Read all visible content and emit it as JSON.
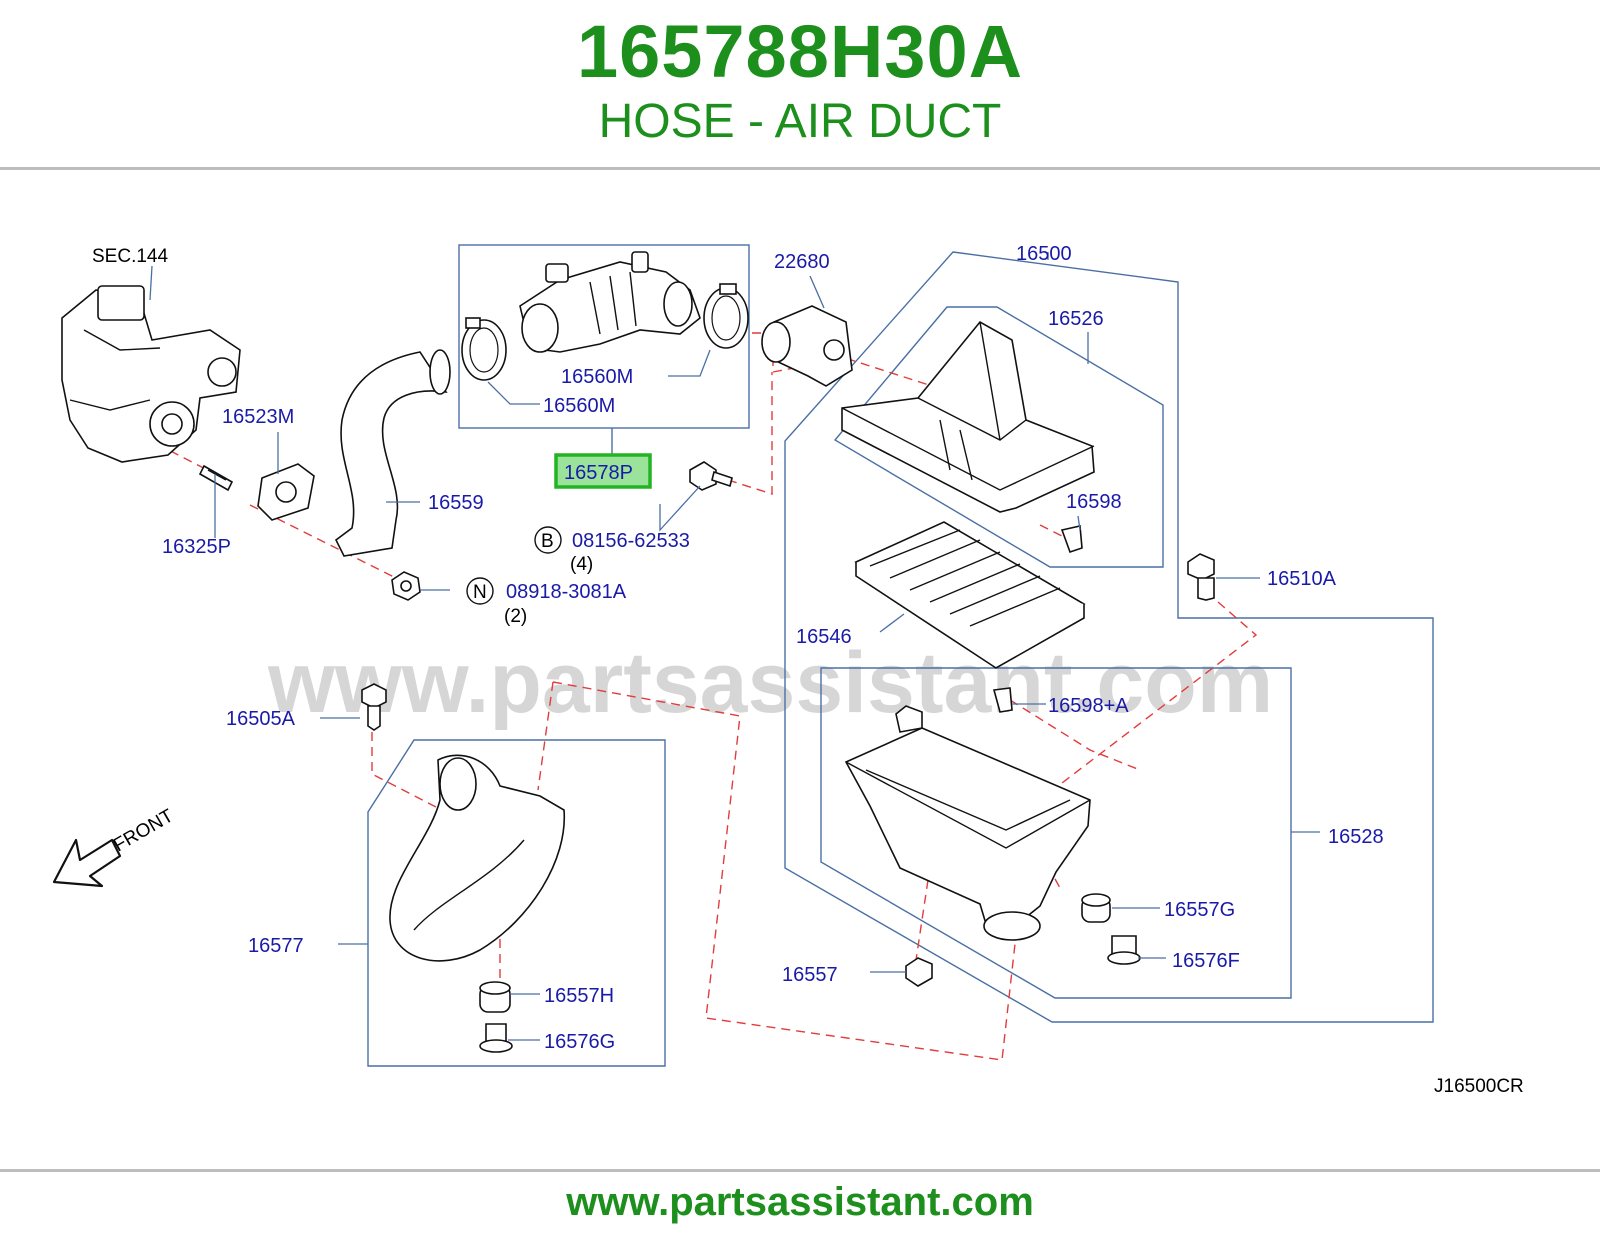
{
  "header": {
    "part_number": "165788H30A",
    "part_name": "HOSE - AIR DUCT"
  },
  "diagram": {
    "reference_code": "J16500CR",
    "section_ref": "SEC.144",
    "front_label": "FRONT",
    "watermark": "www.partsassistant.com",
    "highlighted_callout": "16578P",
    "callouts": {
      "c16560m_a": "16560M",
      "c16560m_b": "16560M",
      "c16578p": "16578P",
      "c22680": "22680",
      "c16500": "16500",
      "c16526": "16526",
      "c16523m": "16523M",
      "c16559": "16559",
      "c16325p": "16325P",
      "c08156": "08156-62533",
      "c08156_qty": "(4)",
      "c08156_code": "B",
      "c08918": "08918-3081A",
      "c08918_qty": "(2)",
      "c08918_code": "N",
      "c16598": "16598",
      "c16510a": "16510A",
      "c16546": "16546",
      "c16598a": "16598+A",
      "c16505a": "16505A",
      "c16528": "16528",
      "c16557g": "16557G",
      "c16576f": "16576F",
      "c16557": "16557",
      "c16577": "16577",
      "c16557h": "16557H",
      "c16576g": "16576G"
    }
  },
  "footer": {
    "site": "www.partsassistant.com"
  },
  "colors": {
    "brand_green": "#1c8f1c",
    "callout_blue": "#1a1aa8",
    "highlight_border": "#22b422",
    "highlight_fill": "#9be39b",
    "dashed_red": "#e23c3c",
    "group_box": "#4a6fa5"
  }
}
